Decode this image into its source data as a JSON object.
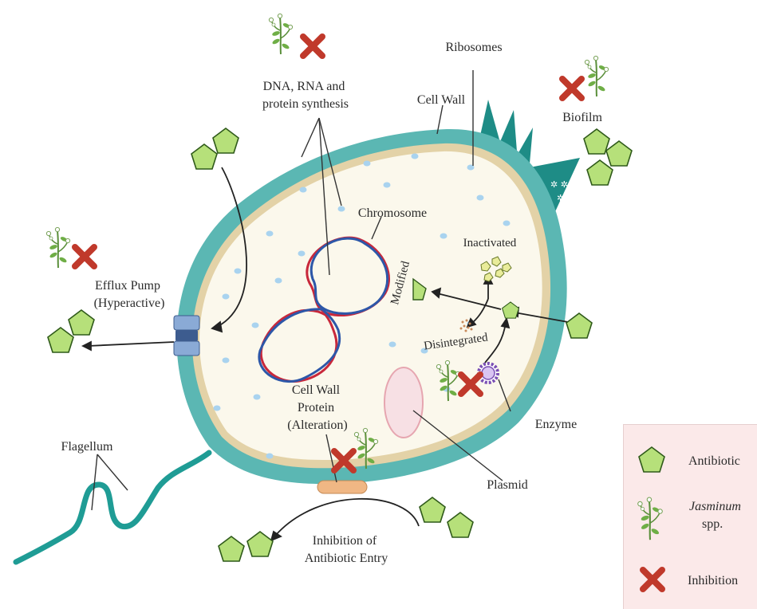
{
  "labels": {
    "dna_synthesis": [
      "DNA, RNA and",
      "protein synthesis"
    ],
    "ribosomes": "Ribosomes",
    "cell_wall": "Cell Wall",
    "biofilm": "Biofilm",
    "chromosome": "Chromosome",
    "inactivated": "Inactivated",
    "modified": "Modified",
    "disintegrated": "Disintegrated",
    "efflux_pump": [
      "Efflux Pump",
      "(Hyperactive)"
    ],
    "cell_wall_protein": [
      "Cell Wall",
      "Protein",
      "(Alteration)"
    ],
    "enzyme": "Enzyme",
    "flagellum": "Flagellum",
    "plasmid": "Plasmid",
    "inhibition_entry": [
      "Inhibition of",
      "Antibiotic Entry"
    ]
  },
  "legend": {
    "antibiotic": "Antibiotic",
    "jasminum_italic": "Jasminum",
    "jasminum_rest": "spp.",
    "inhibition": "Inhibition"
  },
  "colors": {
    "antibiotic_fill": "#b6e07a",
    "antibiotic_stroke": "#2f5a1a",
    "inhibition": "#c0392b",
    "cell_wall": "#5bb7b3",
    "membrane": "#e3d2a7",
    "cytoplasm": "#fbf8ec",
    "dna_red": "#c8283b",
    "dna_blue": "#2d57a8",
    "flagellum": "#1f9c95"
  }
}
